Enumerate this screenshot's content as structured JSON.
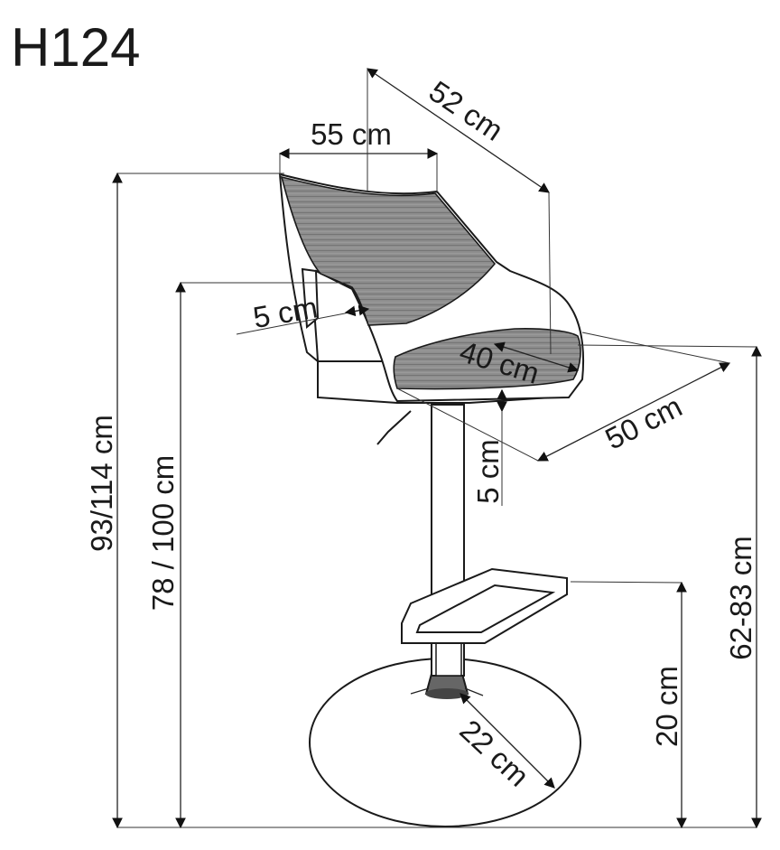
{
  "model": "H124",
  "dimensions": {
    "total_height": "93/114 cm",
    "seat_height": "78 / 100 cm",
    "armrest_height": "62-83 cm",
    "footrest_height": "20 cm",
    "back_width": "55 cm",
    "depth_top": "52 cm",
    "seat_depth": "50 cm",
    "seat_width": "40 cm",
    "back_thickness": "5 cm",
    "seat_thickness": "5 cm",
    "base_diameter": "22 cm"
  },
  "colors": {
    "upholstery": "#8e8e8e",
    "outline": "#1a1a1a",
    "base": "#ffffff"
  }
}
